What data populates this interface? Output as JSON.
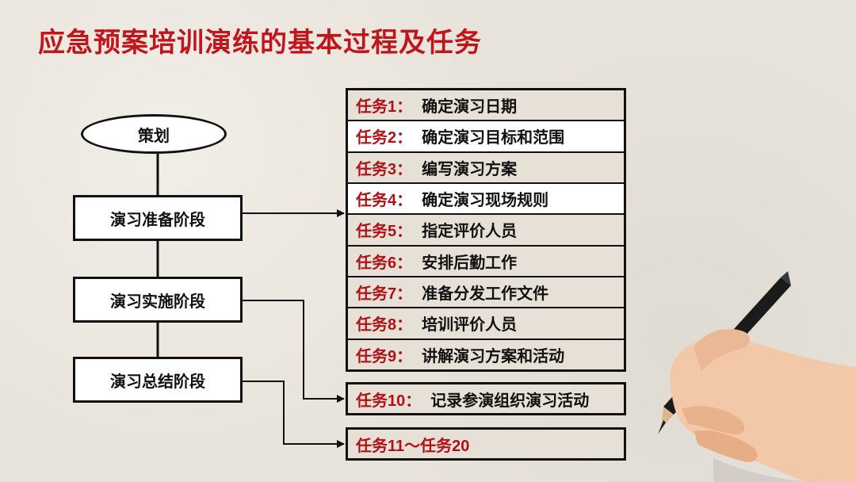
{
  "title": "应急预案培训演练的基本过程及任务",
  "flow": {
    "start": "策划",
    "phases": [
      "演习准备阶段",
      "演习实施阶段",
      "演习总结阶段"
    ]
  },
  "tasks": [
    {
      "id": "任务1：",
      "text": "确定演习日期"
    },
    {
      "id": "任务2：",
      "text": "确定演习目标和范围"
    },
    {
      "id": "任务3：",
      "text": "编写演习方案"
    },
    {
      "id": "任务4：",
      "text": "确定演习现场规则"
    },
    {
      "id": "任务5：",
      "text": "指定评价人员"
    },
    {
      "id": "任务6：",
      "text": "安排后勤工作"
    },
    {
      "id": "任务7：",
      "text": "准备分发工作文件"
    },
    {
      "id": "任务8：",
      "text": "培训评价人员"
    },
    {
      "id": "任务9：",
      "text": "讲解演习方案和活动"
    }
  ],
  "implement_task": {
    "id": "任务10：",
    "text": "记录参演组织演习活动"
  },
  "summary_task": {
    "id": "任务11～任务20",
    "text": ""
  }
}
